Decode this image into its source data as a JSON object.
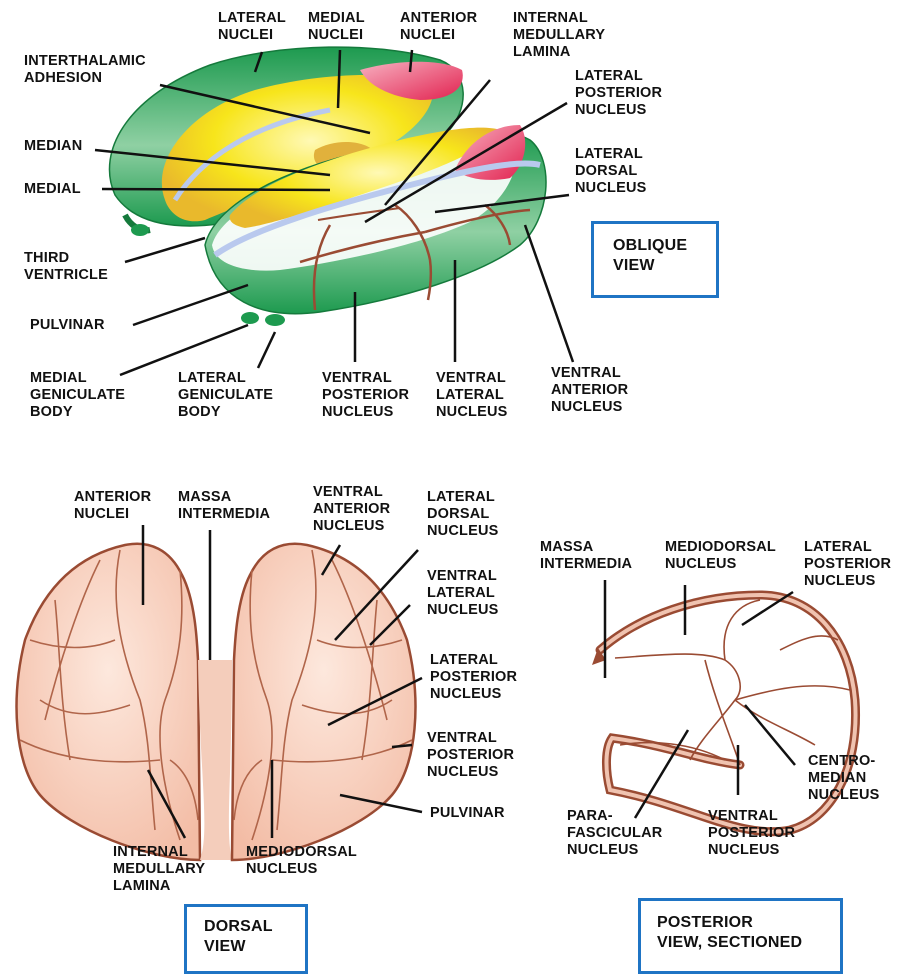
{
  "oblique_view": {
    "title": "OBLIQUE\nVIEW",
    "labels": {
      "lateral_nuclei": "LATERAL\nNUCLEI",
      "medial_nuclei": "MEDIAL\nNUCLEI",
      "anterior_nuclei": "ANTERIOR\nNUCLEI",
      "internal_medullary_lamina": "INTERNAL\nMEDULLARY\nLAMINA",
      "interthalamic_adhesion": "INTERTHALAMIC\nADHESION",
      "lateral_posterior_nucleus": "LATERAL\nPOSTERIOR\nNUCLEUS",
      "median": "MEDIAN",
      "lateral_dorsal_nucleus": "LATERAL\nDORSAL\nNUCLEUS",
      "medial": "MEDIAL",
      "third_ventricle": "THIRD\nVENTRICLE",
      "pulvinar": "PULVINAR",
      "medial_geniculate_body": "MEDIAL\nGENICULATE\nBODY",
      "lateral_geniculate_body": "LATERAL\nGENICULATE\nBODY",
      "ventral_posterior_nucleus": "VENTRAL\nPOSTERIOR\nNUCLEUS",
      "ventral_lateral_nucleus": "VENTRAL\nLATERAL\nNUCLEUS",
      "ventral_anterior_nucleus": "VENTRAL\nANTERIOR\nNUCLEUS"
    }
  },
  "dorsal_view": {
    "title": "DORSAL\nVIEW",
    "labels": {
      "anterior_nuclei": "ANTERIOR\nNUCLEI",
      "massa_intermedia": "MASSA\nINTERMEDIA",
      "ventral_anterior_nucleus": "VENTRAL\nANTERIOR\nNUCLEUS",
      "lateral_dorsal_nucleus": "LATERAL\nDORSAL\nNUCLEUS",
      "ventral_lateral_nucleus": "VENTRAL\nLATERAL\nNUCLEUS",
      "lateral_posterior_nucleus": "LATERAL\nPOSTERIOR\nNUCLEUS",
      "ventral_posterior_nucleus": "VENTRAL\nPOSTERIOR\nNUCLEUS",
      "pulvinar": "PULVINAR",
      "internal_medullary_lamina": "INTERNAL\nMEDULLARY\nLAMINA",
      "mediodorsal_nucleus": "MEDIODORSAL\nNUCLEUS"
    }
  },
  "posterior_view": {
    "title": "POSTERIOR\nVIEW, SECTIONED",
    "labels": {
      "massa_intermedia": "MASSA\nINTERMEDIA",
      "mediodorsal_nucleus": "MEDIODORSAL\nNUCLEUS",
      "lateral_posterior_nucleus": "LATERAL\nPOSTERIOR\nNUCLEUS",
      "centromedian_nucleus": "CENTRO-\nMEDIAN\nNUCLEUS",
      "parafascicular_nucleus": "PARA-\nFASCICULAR\nNUCLEUS",
      "ventral_posterior_nucleus": "VENTRAL\nPOSTERIOR\nNUCLEUS"
    }
  },
  "colors": {
    "green": "#1e9a4e",
    "yellow": "#f6e51c",
    "pink": "#e8315a",
    "outline_brown": "#9a4b33",
    "flesh": "#f6c6b3",
    "box_blue": "#1f74c4"
  }
}
